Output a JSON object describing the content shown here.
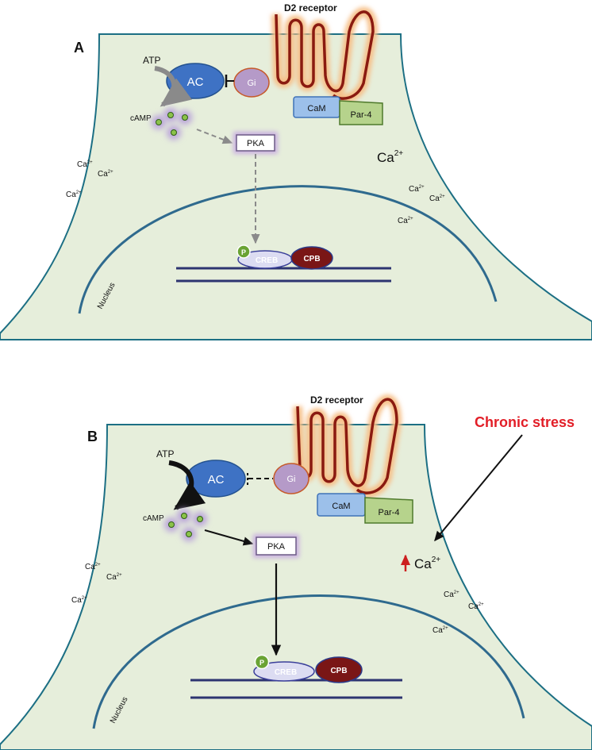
{
  "colors": {
    "cell_fill": "#e6eedb",
    "cell_stroke": "#1c6f84",
    "nucleus_stroke": "#2f6a8e",
    "receptor": "#8a1a10",
    "receptor_glow": "#f6c089",
    "ac_fill": "#3e72c4",
    "gi_fill": "#b59ac8",
    "cam_fill": "#9cc0ea",
    "par4_fill": "#b6d38c",
    "creb_fill": "#dcdcf2",
    "cpb_fill": "#7a1616",
    "p_fill": "#6aa334",
    "dna": "#2d3470",
    "stress_text": "#e21e27",
    "stress_arrow": "#cc1f1f"
  },
  "panel_a": {
    "panel_label": "A",
    "receptor_label": "D2 receptor",
    "atp": "ATP",
    "ac": "AC",
    "gi": "Gi",
    "cam": "CaM",
    "par4": "Par-4",
    "camp": "cAMP",
    "pka": "PKA",
    "p": "P",
    "creb": "CREB",
    "cpb": "CPB",
    "nucleus": "Nucleus",
    "ca_big": "Ca",
    "ca_big_sup": "2+",
    "ca_small": "Ca",
    "ca_small_sup": "2+"
  },
  "panel_b": {
    "panel_label": "B",
    "receptor_label": "D2 receptor",
    "atp": "ATP",
    "ac": "AC",
    "gi": "Gi",
    "cam": "CaM",
    "par4": "Par-4",
    "camp": "cAMP",
    "pka": "PKA",
    "p": "P",
    "creb": "CREB",
    "cpb": "CPB",
    "nucleus": "Nucleus",
    "ca_big": "Ca",
    "ca_big_sup": "2+",
    "ca_small": "Ca",
    "ca_small_sup": "2+",
    "chronic_stress": "Chronic stress"
  }
}
